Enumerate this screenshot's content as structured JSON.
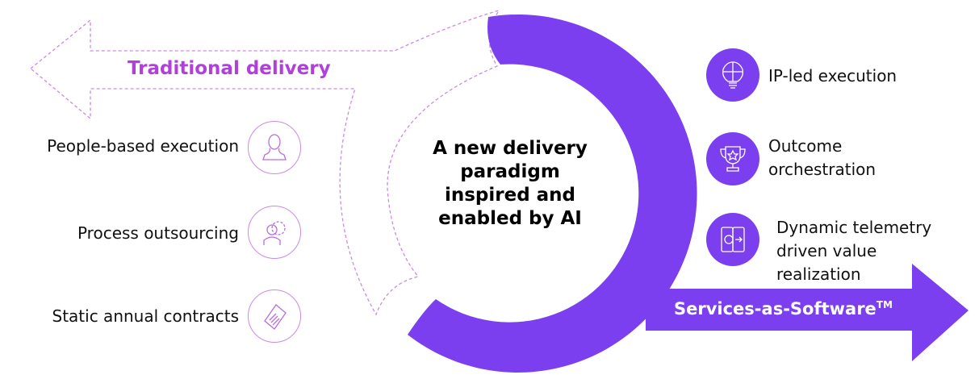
{
  "colors": {
    "primary": "#7b3ff0",
    "traditional": "#b13fdc",
    "icon_outline": "#c98ae6"
  },
  "traditional": {
    "title": "Traditional delivery",
    "items": [
      {
        "label": "People-based execution",
        "icon": "person-icon"
      },
      {
        "label": "Process outsourcing",
        "icon": "person-gear-icon"
      },
      {
        "label": "Static annual contracts",
        "icon": "document-icon"
      }
    ]
  },
  "center": {
    "lines": [
      "A new delivery",
      "paradigm",
      "inspired and",
      "enabled by AI"
    ]
  },
  "services": {
    "title": "Services-as-Software",
    "trademark": "TM",
    "items": [
      {
        "lines": [
          "IP-led execution"
        ],
        "icon": "lightbulb-puzzle-icon"
      },
      {
        "lines": [
          "Outcome",
          "orchestration"
        ],
        "icon": "trophy-icon"
      },
      {
        "lines": [
          "Dynamic telemetry",
          "driven value",
          "realization"
        ],
        "icon": "phone-dollar-icon"
      }
    ]
  }
}
